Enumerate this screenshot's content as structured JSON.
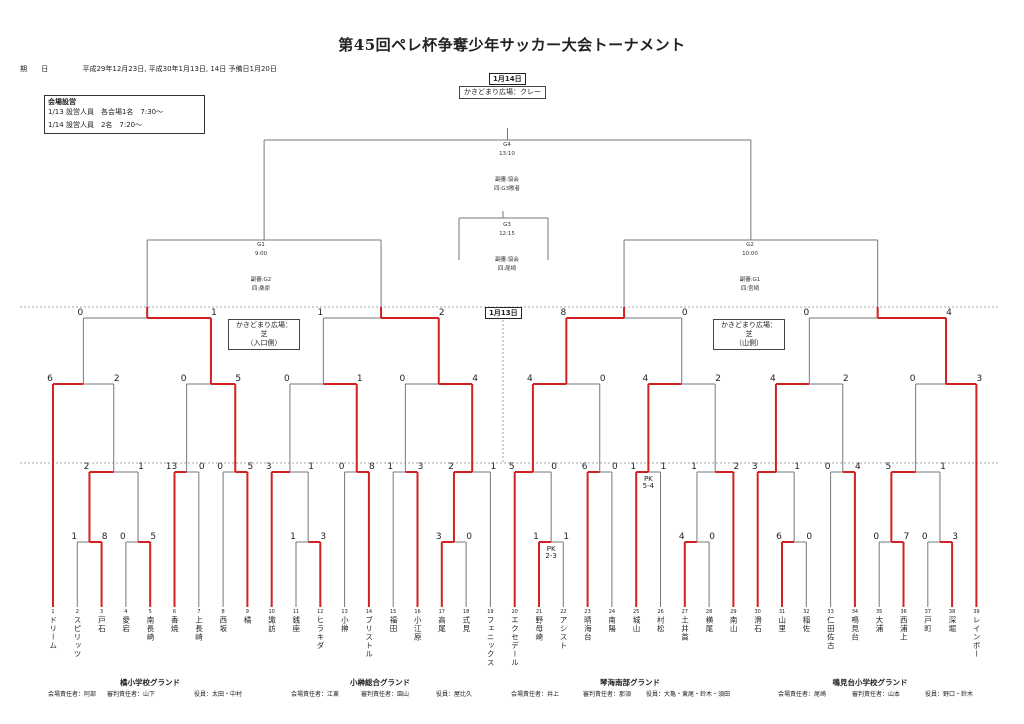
{
  "title": "第45回ペレ杯争奪少年サッカー大会トーナメント",
  "dates": {
    "label": "期 日",
    "value": "平成29年12月23日, 平成30年1月13日, 14日  予備日1月20日"
  },
  "setup": {
    "heading": "会場設営",
    "line1": "1/13 設営人員　各会場1名　7:30～",
    "line2": "1/14 設営人員　2名　7:20～"
  },
  "day14": {
    "label": "1月14日",
    "venue": "かきどまり広場：クレー"
  },
  "day13": {
    "label": "1月13日"
  },
  "venue_left": {
    "line1": "かきどまり広場：芝",
    "line2": "（入口側）"
  },
  "venue_right": {
    "line1": "かきどまり広場：芝",
    "line2": "（山側）"
  },
  "games": {
    "g4": {
      "id": "G4",
      "time": "13:10",
      "ref1": "副審:協会",
      "ref2": "四:G3敗者"
    },
    "g3": {
      "id": "G3",
      "time": "12:15",
      "ref1": "副審:協会",
      "ref2": "四:尾崎"
    },
    "g1": {
      "id": "G1",
      "time": "9:00",
      "ref1": "副審:G2",
      "ref2": "四:桑原"
    },
    "g2": {
      "id": "G2",
      "time": "10:00",
      "ref1": "副審:G1",
      "ref2": "四:宮崎"
    }
  },
  "teams": [
    {
      "num": "1",
      "name": "ドリーム"
    },
    {
      "num": "2",
      "name": "スピリッツ"
    },
    {
      "num": "3",
      "name": "戸石"
    },
    {
      "num": "4",
      "name": "愛宕"
    },
    {
      "num": "5",
      "name": "南長崎"
    },
    {
      "num": "6",
      "name": "香焼"
    },
    {
      "num": "7",
      "name": "上長崎"
    },
    {
      "num": "8",
      "name": "西坂"
    },
    {
      "num": "9",
      "name": "橘"
    },
    {
      "num": "10",
      "name": "諏訪"
    },
    {
      "num": "11",
      "name": "銭座"
    },
    {
      "num": "12",
      "name": "ヒラキダ"
    },
    {
      "num": "13",
      "name": "小榊"
    },
    {
      "num": "14",
      "name": "ブリストル"
    },
    {
      "num": "15",
      "name": "福田"
    },
    {
      "num": "16",
      "name": "小江原"
    },
    {
      "num": "17",
      "name": "高尾"
    },
    {
      "num": "18",
      "name": "式見"
    },
    {
      "num": "19",
      "name": "フェニックス"
    },
    {
      "num": "20",
      "name": "エクセデール"
    },
    {
      "num": "21",
      "name": "野母崎"
    },
    {
      "num": "22",
      "name": "アシスト"
    },
    {
      "num": "23",
      "name": "晴海台"
    },
    {
      "num": "24",
      "name": "南陽"
    },
    {
      "num": "25",
      "name": "城山"
    },
    {
      "num": "26",
      "name": "村松"
    },
    {
      "num": "27",
      "name": "土井首"
    },
    {
      "num": "28",
      "name": "横尾"
    },
    {
      "num": "29",
      "name": "南山"
    },
    {
      "num": "30",
      "name": "滑石"
    },
    {
      "num": "31",
      "name": "山里"
    },
    {
      "num": "32",
      "name": "稲佐"
    },
    {
      "num": "33",
      "name": "仁田佐古"
    },
    {
      "num": "34",
      "name": "鳴見台"
    },
    {
      "num": "35",
      "name": "大浦"
    },
    {
      "num": "36",
      "name": "西浦上"
    },
    {
      "num": "37",
      "name": "戸町"
    },
    {
      "num": "38",
      "name": "深堀"
    },
    {
      "num": "39",
      "name": "レインボー"
    }
  ],
  "grounds": [
    {
      "name": "橘小学校グランド",
      "venue_mgr": "会場責任者：阿部",
      "ref_mgr": "審判責任者：山下",
      "staff": "役員：太田・中村"
    },
    {
      "name": "小榊総合グランド",
      "venue_mgr": "会場責任者：江東",
      "ref_mgr": "審判責任者：園山",
      "staff": "役員：屋比久"
    },
    {
      "name": "琴海南部グランド",
      "venue_mgr": "会場責任者：井上",
      "ref_mgr": "審判責任者：那須",
      "staff": "役員：大亀・東尾・鈴木・須田"
    },
    {
      "name": "鳴見台小学校グランド",
      "venue_mgr": "会場責任者：尾崎",
      "ref_mgr": "審判責任者：山本",
      "staff": "役員：野口・鈴木"
    }
  ],
  "bracket": {
    "colors": {
      "winner": "#d42020",
      "line": "#777777"
    },
    "round1": [
      {
        "a": 2,
        "b": 3,
        "sa": "1",
        "sb": "8",
        "w": "b"
      },
      {
        "a": 4,
        "b": 5,
        "sa": "0",
        "sb": "5",
        "w": "b"
      },
      {
        "a": 11,
        "b": 12,
        "sa": "1",
        "sb": "3",
        "w": "b"
      },
      {
        "a": 17,
        "b": 18,
        "sa": "3",
        "sb": "0",
        "w": "a"
      },
      {
        "a": 21,
        "b": 22,
        "sa": "1",
        "sb": "1",
        "w": "a",
        "pk": "PK\n2-3"
      },
      {
        "a": 27,
        "b": 28,
        "sa": "4",
        "sb": "0",
        "w": "a"
      },
      {
        "a": 31,
        "b": 32,
        "sa": "6",
        "sb": "0",
        "w": "a"
      },
      {
        "a": 35,
        "b": 36,
        "sa": "0",
        "sb": "7",
        "w": "b"
      },
      {
        "a": 37,
        "b": 38,
        "sa": "0",
        "sb": "3",
        "w": "b"
      }
    ],
    "round2": [
      {
        "sa": "2",
        "sb": "1",
        "w": "a"
      },
      {
        "sa": "13",
        "sb": "0",
        "w": "a"
      },
      {
        "sa": "0",
        "sb": "5",
        "w": "b"
      },
      {
        "sa": "3",
        "sb": "1",
        "w": "a"
      },
      {
        "sa": "0",
        "sb": "8",
        "w": "b"
      },
      {
        "sa": "1",
        "sb": "3",
        "w": "b"
      },
      {
        "sa": "2",
        "sb": "1",
        "w": "a"
      },
      {
        "sa": "5",
        "sb": "0",
        "w": "a"
      },
      {
        "sa": "6",
        "sb": "0",
        "w": "a"
      },
      {
        "sa": "1",
        "sb": "1",
        "w": "a",
        "pk": "PK\n5-4"
      },
      {
        "sa": "1",
        "sb": "2",
        "w": "b"
      },
      {
        "sa": "3",
        "sb": "1",
        "w": "a"
      },
      {
        "sa": "0",
        "sb": "4",
        "w": "b"
      },
      {
        "sa": "5",
        "sb": "1",
        "w": "a"
      }
    ],
    "round3": [
      {
        "sa": "6",
        "sb": "2",
        "w": "a"
      },
      {
        "sa": "0",
        "sb": "5",
        "w": "b"
      },
      {
        "sa": "0",
        "sb": "1",
        "w": "b"
      },
      {
        "sa": "0",
        "sb": "4",
        "w": "b"
      },
      {
        "sa": "4",
        "sb": "0",
        "w": "a"
      },
      {
        "sa": "4",
        "sb": "2",
        "w": "a"
      },
      {
        "sa": "4",
        "sb": "2",
        "w": "a"
      },
      {
        "sa": "0",
        "sb": "3",
        "w": "b"
      }
    ],
    "round4": [
      {
        "sa": "0",
        "sb": "1",
        "w": "b"
      },
      {
        "sa": "1",
        "sb": "2",
        "w": "b"
      },
      {
        "sa": "8",
        "sb": "0",
        "w": "a"
      },
      {
        "sa": "0",
        "sb": "4",
        "w": "b"
      }
    ]
  }
}
